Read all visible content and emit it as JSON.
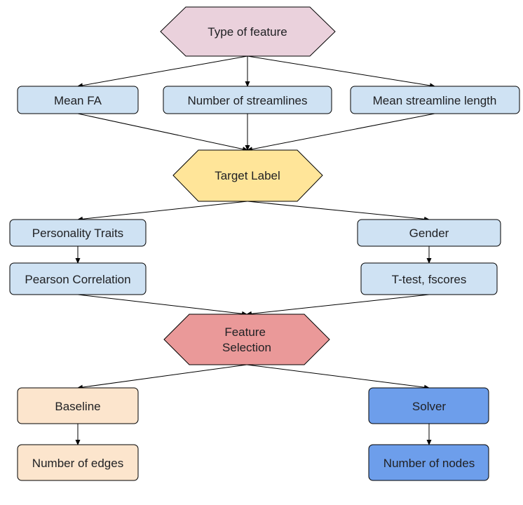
{
  "colors": {
    "type_fill": "#ead1dc",
    "target_fill": "#ffe599",
    "selection_fill": "#ea9999",
    "feature_box_fill": "#cfe2f3",
    "baseline_fill": "#fce5cd",
    "solver_fill": "#6d9eeb",
    "stroke": "#000000"
  },
  "nodes": {
    "type_of_feature": {
      "lines": [
        "Type of feature"
      ]
    },
    "mean_fa": {
      "lines": [
        "Mean FA"
      ]
    },
    "number_of_streamlines": {
      "lines": [
        "Number of streamlines"
      ]
    },
    "mean_streamline_length": {
      "lines": [
        "Mean streamline length"
      ]
    },
    "target_label": {
      "lines": [
        "Target Label"
      ]
    },
    "personality_traits": {
      "lines": [
        "Personality Traits"
      ]
    },
    "gender": {
      "lines": [
        "Gender"
      ]
    },
    "pearson_correlation": {
      "lines": [
        "Pearson Correlation"
      ]
    },
    "ttest_fscores": {
      "lines": [
        "T-test, fscores"
      ]
    },
    "feature_selection": {
      "lines": [
        "Feature",
        "Selection"
      ]
    },
    "baseline": {
      "lines": [
        "Baseline"
      ]
    },
    "solver": {
      "lines": [
        "Solver"
      ]
    },
    "number_of_edges": {
      "lines": [
        "Number of edges"
      ]
    },
    "number_of_nodes": {
      "lines": [
        "Number of nodes"
      ]
    }
  }
}
